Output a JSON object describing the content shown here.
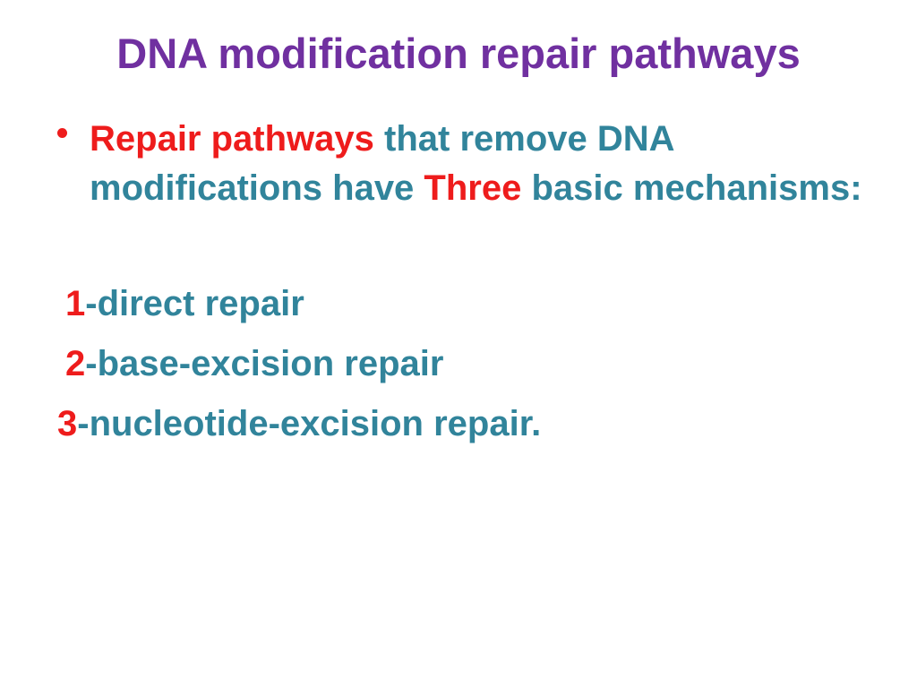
{
  "slide": {
    "title": "DNA modification repair pathways",
    "bullet_glyph": "•",
    "bullet_lines": [
      {
        "segments": [
          {
            "text": "Repair pathways",
            "color": "red"
          },
          {
            "text": " that remove DNA",
            "color": "teal"
          }
        ]
      },
      {
        "segments": [
          {
            "text": "modifications have ",
            "color": "teal"
          },
          {
            "text": "Three",
            "color": "red"
          },
          {
            "text": " basic mechanisms:",
            "color": "teal"
          }
        ]
      }
    ],
    "list_items": [
      {
        "segments": [
          {
            "text": "1",
            "color": "red"
          },
          {
            "text": "-direct repair",
            "color": "teal"
          }
        ]
      },
      {
        "segments": [
          {
            "text": "2",
            "color": "red"
          },
          {
            "text": "-base-excision repair",
            "color": "teal"
          }
        ]
      },
      {
        "segments": [
          {
            "text": "3",
            "color": "red"
          },
          {
            "text": "-nucleotide-excision repair.",
            "color": "teal"
          }
        ]
      }
    ],
    "colors": {
      "title_purple": "#7030A0",
      "body_teal": "#31849B",
      "accent_red": "#EE1C1C",
      "background": "#FFFFFF"
    }
  }
}
